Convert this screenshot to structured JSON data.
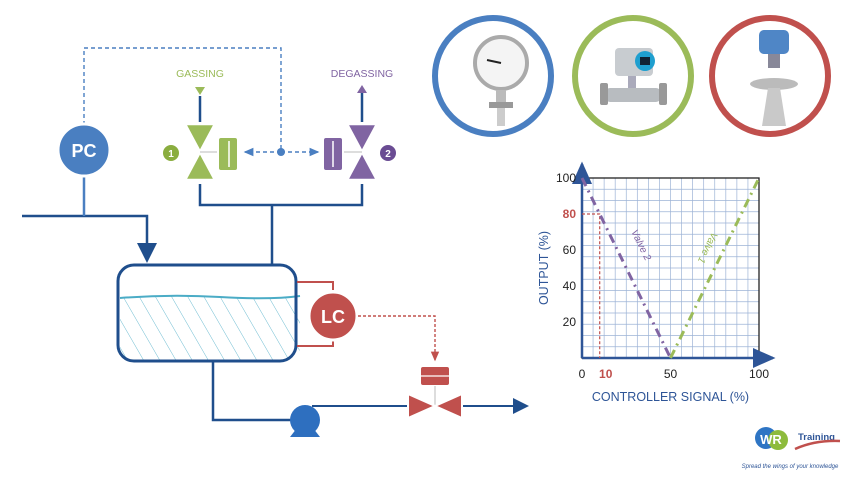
{
  "diagram": {
    "pressure_controller": {
      "tag": "PC",
      "color": "#4a7fc1"
    },
    "level_controller": {
      "tag": "LC",
      "color": "#c0504d"
    },
    "gassing_valve": {
      "label": "GASSING",
      "number": "1",
      "color": "#9bbb59"
    },
    "degassing_valve": {
      "label": "DEGASSING",
      "number": "2",
      "color": "#8064a2"
    },
    "pipe_color": "#1f4e8c",
    "signal_color": "#4a7fc1",
    "liquid_color": "#4bacc6"
  },
  "instruments": [
    {
      "name": "pressure-gauge",
      "ring_color": "#4a7fc1"
    },
    {
      "name": "coriolis-flowmeter",
      "ring_color": "#9bbb59"
    },
    {
      "name": "radar-level-transmitter",
      "ring_color": "#c0504d"
    }
  ],
  "chart_data": {
    "type": "line",
    "title": "",
    "xlabel": "CONTROLLER SIGNAL (%)",
    "ylabel": "OUTPUT (%)",
    "xlim": [
      0,
      100
    ],
    "ylim": [
      0,
      100
    ],
    "grid": true,
    "x_ticks": [
      0,
      10,
      50,
      100
    ],
    "y_ticks": [
      20,
      40,
      60,
      80,
      100
    ],
    "highlight": {
      "x": 10,
      "y": 80,
      "color": "#c0504d"
    },
    "series": [
      {
        "name": "Valve 2",
        "color": "#8064a2",
        "points": [
          [
            0,
            100
          ],
          [
            50,
            0
          ]
        ]
      },
      {
        "name": "Valve 1",
        "color": "#9bbb59",
        "points": [
          [
            50,
            0
          ],
          [
            100,
            100
          ]
        ]
      }
    ]
  },
  "logo": {
    "brand": "WR",
    "text": "Training",
    "tagline": "Spread the wings of your knowledge"
  }
}
